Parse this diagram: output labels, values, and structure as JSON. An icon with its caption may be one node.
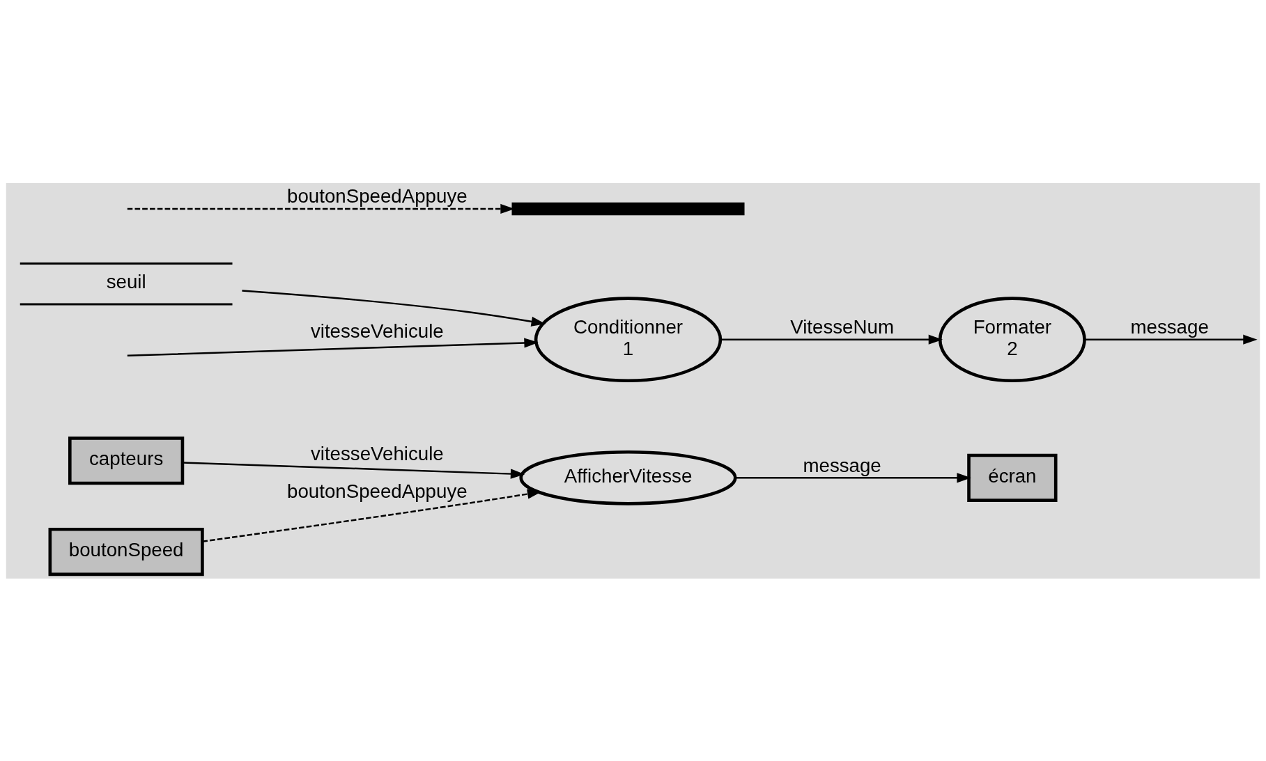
{
  "diagram": {
    "nodes": [
      {
        "text": [
          "capteurs"
        ]
      },
      {
        "text": [
          "boutonSpeed"
        ]
      },
      {
        "text": [
          "AfficherVitesse"
        ]
      },
      {
        "text": [
          "écran"
        ]
      },
      {
        "text": [
          "Conditionner",
          "1"
        ]
      },
      {
        "text": [
          "Formater",
          "2"
        ]
      },
      {
        "text": [
          "seuil"
        ]
      },
      {
        "text": [],
        "shape": "bar"
      }
    ],
    "edges": [
      {
        "from": 0,
        "to": 2,
        "arrow": "to",
        "label": "vitesseVehicule"
      },
      {
        "from": 1,
        "to": 2,
        "arrow": "to",
        "label": "boutonSpeedAppuye",
        "style": "dashed"
      },
      {
        "from": 2,
        "to": 3,
        "arrow": "to",
        "label": "message"
      },
      {
        "from": null,
        "to": 4,
        "arrow": "to",
        "label": "vitesseVehicule"
      },
      {
        "from": 6,
        "to": 4,
        "arrow": "to"
      },
      {
        "from": 4,
        "to": 5,
        "arrow": "to",
        "label": "VitesseNum"
      },
      {
        "from": 5,
        "to": null,
        "arrow": "to",
        "label": "message"
      },
      {
        "from": null,
        "to": 7,
        "arrow": "to",
        "label": "boutonSpeedAppuye",
        "style": "dashed"
      }
    ]
  }
}
